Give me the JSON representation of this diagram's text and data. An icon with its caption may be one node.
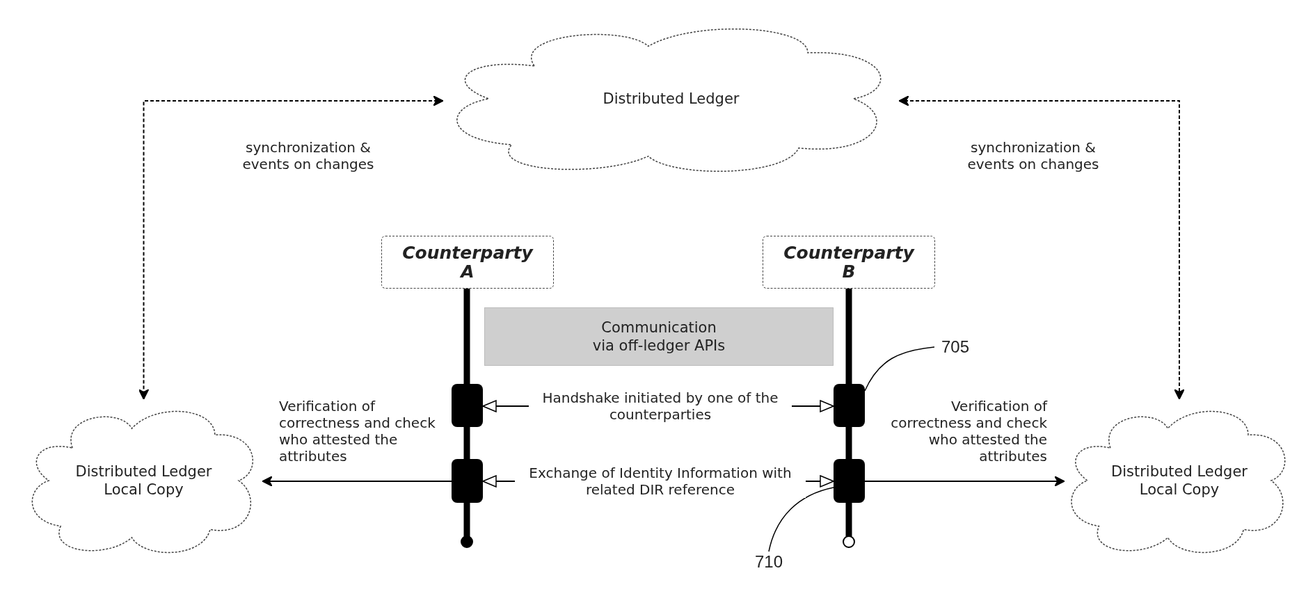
{
  "diagram": {
    "nodes": [
      {
        "text": [
          "Distributed Ledger"
        ]
      },
      {
        "text": [
          "Counterparty A"
        ]
      },
      {
        "text": [
          "Counterparty B"
        ]
      },
      {
        "text": [
          "Communication via off-ledger APIs"
        ]
      },
      {
        "text": [
          "705"
        ]
      },
      {
        "text": [],
        "shape": "bar"
      },
      {
        "text": [],
        "shape": "bar"
      },
      {
        "text": [
          "Distributed Ledger Local Copy"
        ]
      },
      {
        "text": [],
        "shape": "bar"
      },
      {
        "text": [],
        "shape": "bar"
      },
      {
        "text": [
          "Distributed Ledger Local Copy"
        ]
      },
      {
        "text": [
          "710"
        ]
      }
    ],
    "edges": [
      {
        "from": 0,
        "to": 7,
        "arrow": "both",
        "style": "dashed",
        "label": "synchronization & events on changes"
      },
      {
        "from": 0,
        "to": 10,
        "arrow": "both",
        "style": "dashed",
        "label": "synchronization & events on changes"
      },
      {
        "from": 5,
        "to": 6,
        "arrow": "both",
        "label": "Handshake initiated by one of the counterparties"
      },
      {
        "from": 8,
        "to": 9,
        "arrow": "both",
        "label": "Exchange of Identity Information with related DIR reference"
      },
      {
        "from": 8,
        "to": 7,
        "arrow": "to",
        "label": "Verification of correctness and check who attested the attributes"
      },
      {
        "from": 9,
        "to": 10,
        "arrow": "to",
        "label": "Verification of correctness and check who attested the attributes"
      },
      {
        "from": 4,
        "to": 6,
        "arrow": "none"
      },
      {
        "from": 11,
        "to": 9,
        "arrow": "none"
      }
    ]
  }
}
